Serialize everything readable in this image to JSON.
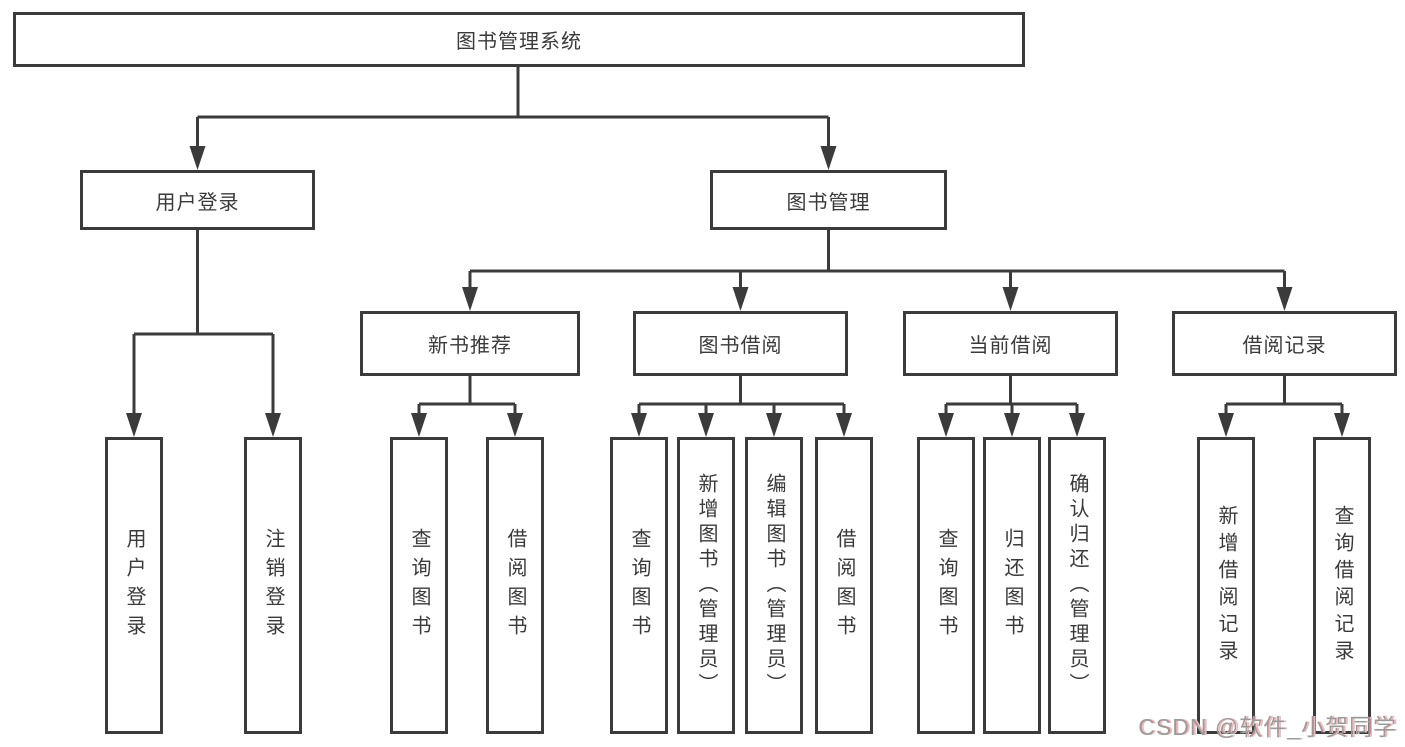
{
  "diagram_type": "hierarchy-tree",
  "colors": {
    "line": "#3b3b3b",
    "box_border": "#3b3b3b",
    "box_fill": "#ffffff",
    "text": "#3a3a3a",
    "watermark_gray": "#9b9b9b",
    "watermark_pink": "#f0b8ba",
    "background": "#ffffff"
  },
  "tree": {
    "root": {
      "label": "图书管理系统",
      "children": [
        {
          "label": "用户登录",
          "children": [
            {
              "label": "用户登录"
            },
            {
              "label": "注销登录"
            }
          ]
        },
        {
          "label": "图书管理",
          "children": [
            {
              "label": "新书推荐",
              "children": [
                {
                  "label": "查询图书"
                },
                {
                  "label": "借阅图书"
                }
              ]
            },
            {
              "label": "图书借阅",
              "children": [
                {
                  "label": "查询图书"
                },
                {
                  "label": "新增图书（管理员）"
                },
                {
                  "label": "编辑图书（管理员）"
                },
                {
                  "label": "借阅图书"
                }
              ]
            },
            {
              "label": "当前借阅",
              "children": [
                {
                  "label": "查询图书"
                },
                {
                  "label": "归还图书"
                },
                {
                  "label": "确认归还（管理员）"
                }
              ]
            },
            {
              "label": "借阅记录",
              "children": [
                {
                  "label": "新增借阅记录"
                },
                {
                  "label": "查询借阅记录"
                }
              ]
            }
          ]
        }
      ]
    }
  },
  "watermark": {
    "text": "CSDN @软件_小贺同学"
  }
}
